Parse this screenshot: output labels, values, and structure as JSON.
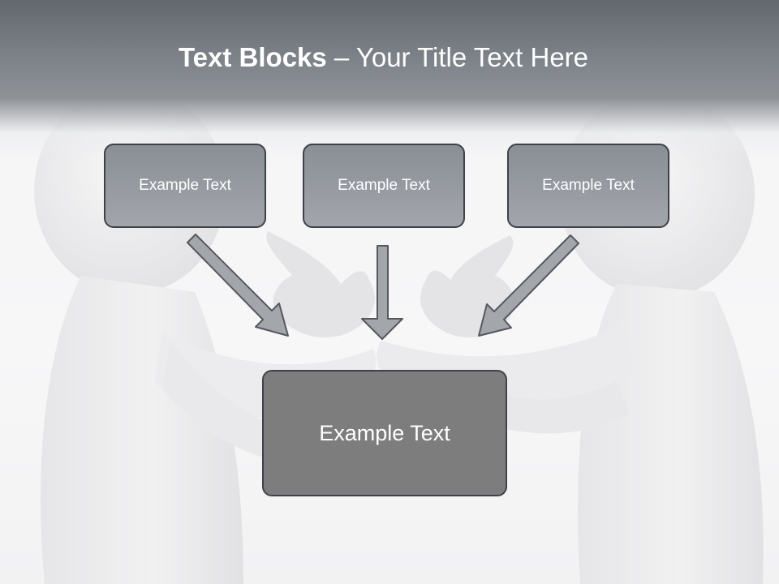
{
  "slide": {
    "title_bold": "Text Blocks",
    "title_separator": " – ",
    "title_rest": "Your Title Text Here"
  },
  "boxes": {
    "top": [
      {
        "label": "Example Text"
      },
      {
        "label": "Example Text"
      },
      {
        "label": "Example Text"
      }
    ],
    "center": {
      "label": "Example Text"
    }
  },
  "colors": {
    "header_dark": "#63676e",
    "small_box_fill": "#9a9ea4",
    "large_box_fill": "#7d7d7d",
    "box_border": "#3f4248",
    "arrow_fill": "#9fa3a8",
    "arrow_stroke": "#55585e"
  },
  "icons": [
    "arrow-down-right-icon",
    "arrow-down-icon",
    "arrow-down-left-icon"
  ]
}
